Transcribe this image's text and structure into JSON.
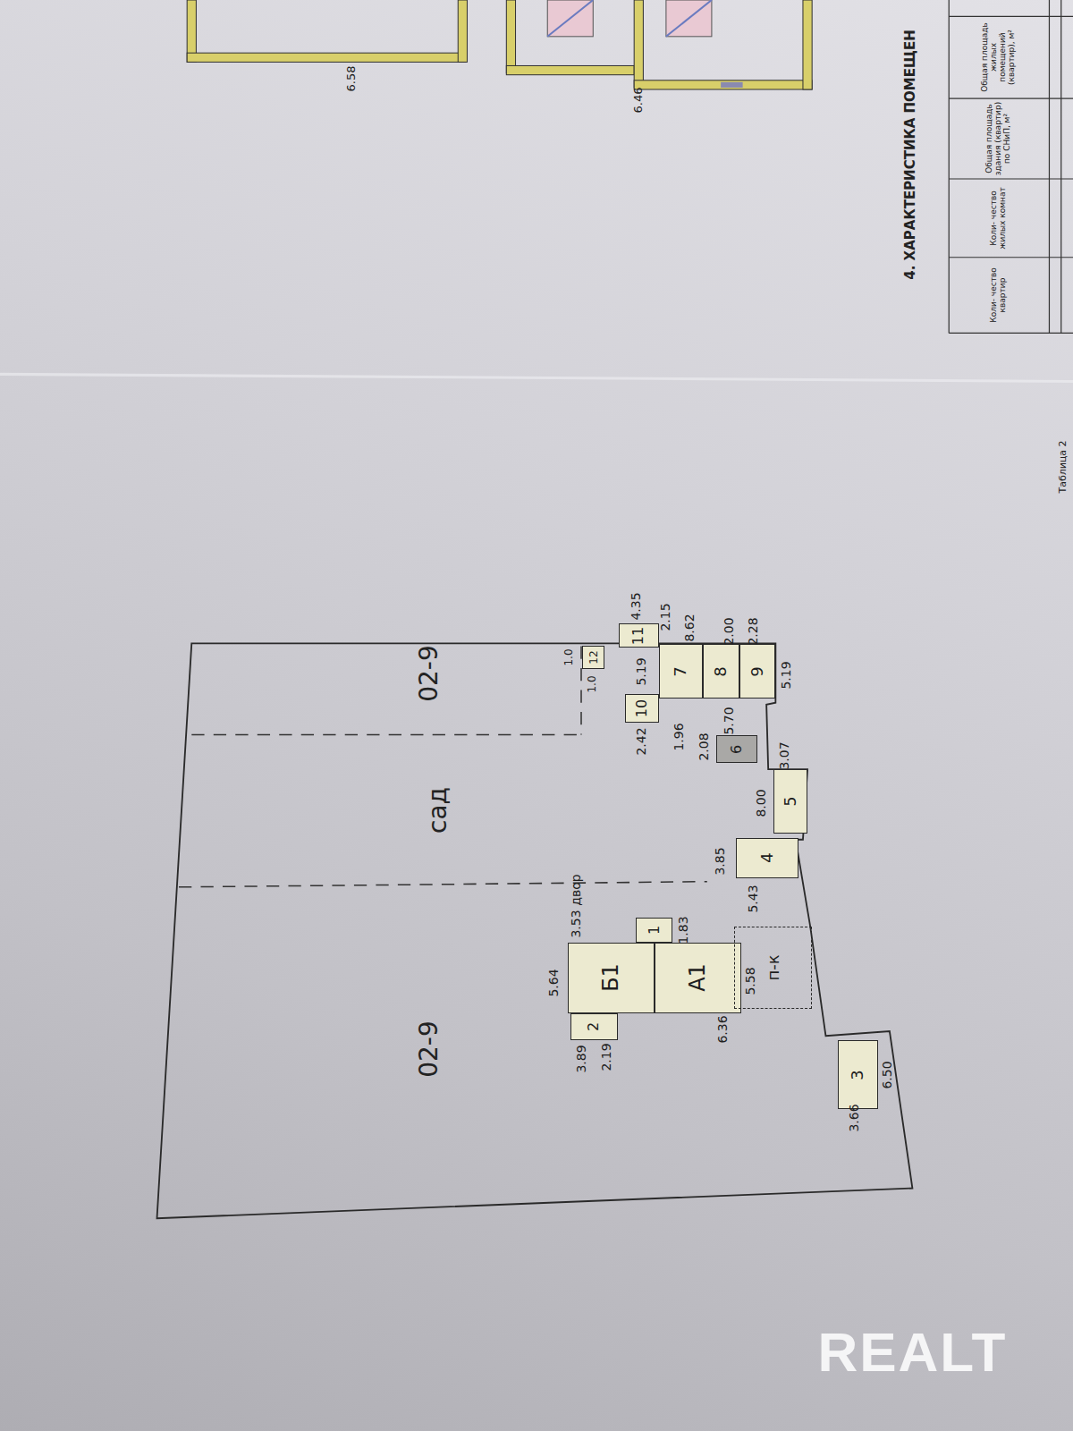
{
  "diagram": {
    "nodes": [
      {
        "text": [
          "Б1"
        ]
      },
      {
        "text": [
          "А1"
        ]
      },
      {
        "text": [
          "1"
        ]
      },
      {
        "text": [
          "2"
        ]
      },
      {
        "text": [
          "п-к"
        ]
      },
      {
        "text": [
          "3"
        ]
      },
      {
        "text": [
          "4"
        ]
      },
      {
        "text": [
          "5"
        ]
      },
      {
        "text": [
          "6"
        ]
      },
      {
        "text": [
          "7"
        ]
      },
      {
        "text": [
          "8"
        ]
      },
      {
        "text": [
          "9"
        ]
      },
      {
        "text": [
          "10"
        ]
      },
      {
        "text": [
          "11"
        ]
      },
      {
        "text": [
          "12"
        ]
      }
    ],
    "labels": [
      "02-9",
      "сад",
      "02-9",
      "5.64",
      "3.89",
      "2.19",
      "6.36",
      "1.83",
      "3.53",
      "двор",
      "5.58",
      "3.66",
      "6.50",
      "3.85",
      "5.43",
      "8.00",
      "3.07",
      "2.08",
      "5.70",
      "2.42",
      "1.96",
      "5.19",
      "8.62",
      "2.15",
      "4.35",
      "1.0",
      "1.0",
      "2.00",
      "2.28",
      "5.19",
      "6.58",
      "6.46",
      "4. ХАРАКТЕРИСТИКА ПОМЕЩЕН",
      "Коли- чество квартир",
      "Коли- чество жилых комнат",
      "Общая площадь здания (квартир) по СНиП, м²",
      "Общая площадь жилых помещений (квартир), м²",
      "Таблица 2",
      "REALT"
    ]
  }
}
